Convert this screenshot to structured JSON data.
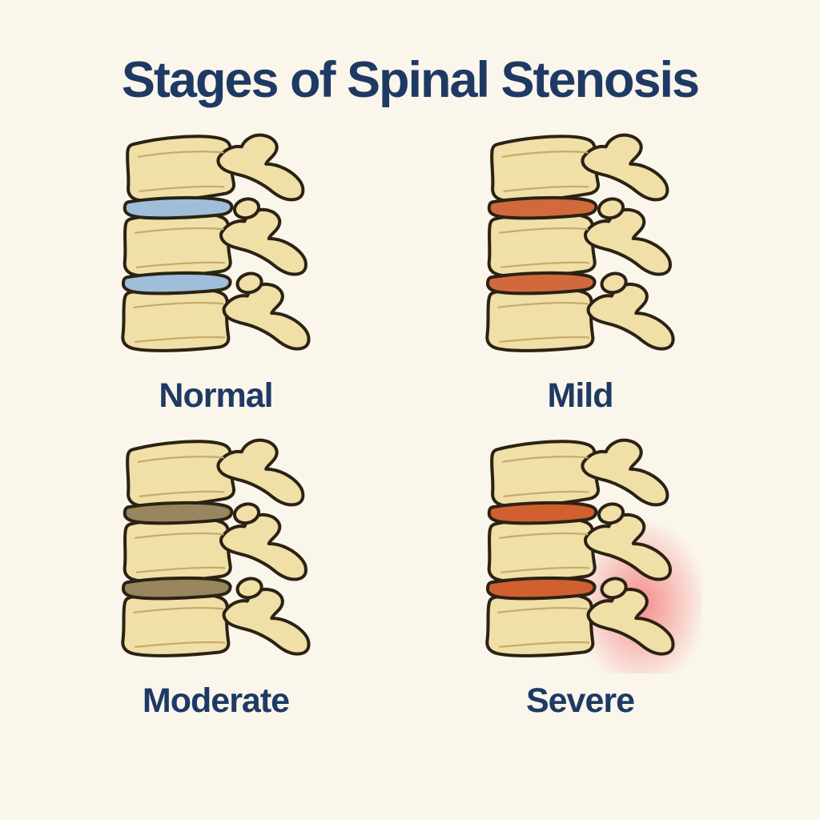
{
  "title": "Stages of Spinal Stenosis",
  "colors": {
    "background": "#faf6ec",
    "title_text": "#1e3a64",
    "label_text": "#1e3a64",
    "bone": "#f0dfa6",
    "bone_outline": "#2b2214",
    "bone_shading": "#c7ab6a"
  },
  "stages": [
    {
      "label": "Normal",
      "disc_color": "#9fbed9",
      "illustration": "lumbar-spine-lateral-view-healthy-blue-discs"
    },
    {
      "label": "Mild",
      "disc_color": "#d2693c",
      "illustration": "lumbar-spine-lateral-view-inflamed-orange-discs"
    },
    {
      "label": "Moderate",
      "disc_color": "#97865e",
      "illustration": "lumbar-spine-lateral-view-degenerated-brown-discs"
    },
    {
      "label": "Severe",
      "disc_color": "#d0602f",
      "glow_color": "#f47c7c",
      "illustration": "lumbar-spine-lateral-view-orange-discs-with-red-nerve-inflammation-glow"
    }
  ]
}
